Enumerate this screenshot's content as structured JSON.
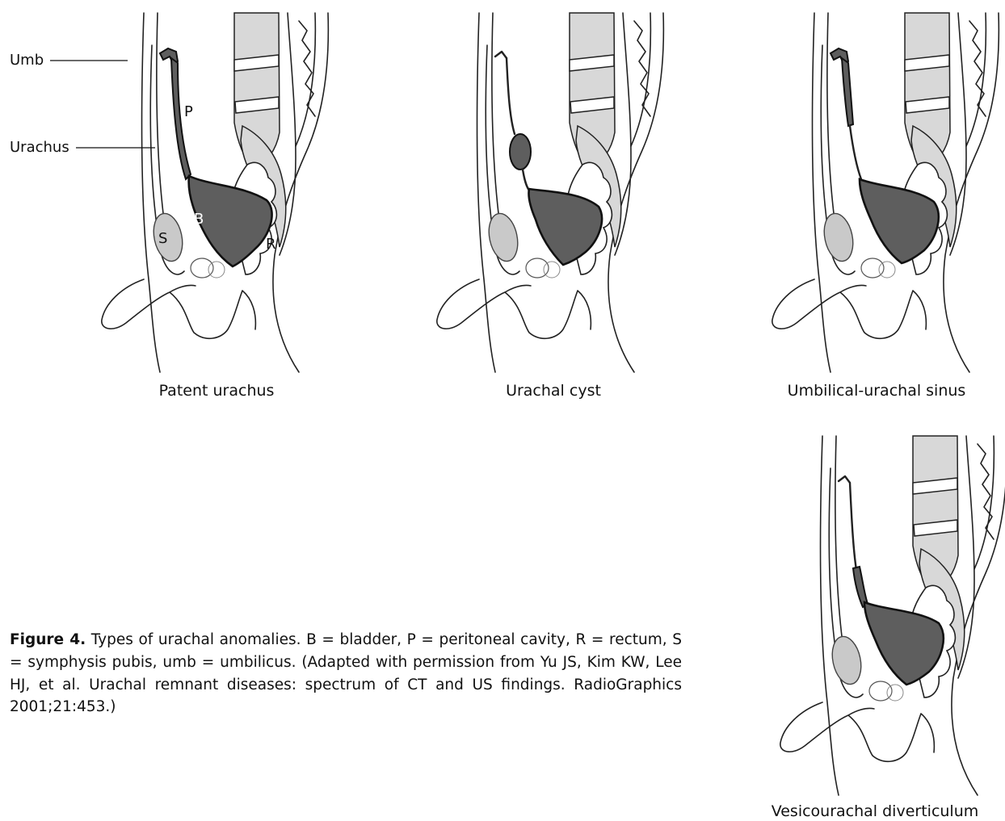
{
  "labels": {
    "umb": "Umb",
    "urachus": "Urachus",
    "p": "P",
    "b": "B",
    "s": "S",
    "r": "R"
  },
  "panels": [
    {
      "caption": "Patent urachus"
    },
    {
      "caption": "Urachal cyst"
    },
    {
      "caption": "Umbilical-urachal sinus"
    },
    {
      "caption": "Vesicourachal diverticulum"
    }
  ],
  "figure": {
    "number": "Figure 4.",
    "text": " Types of urachal anomalies. B = bladder, P = peritoneal cavity, R = rectum, S = symphysis pubis, umb = umbilicus. (Adapted with permission from Yu JS, Kim KW, Lee HJ, et al. Urachal remnant diseases: spectrum of CT and US findings. RadioGraphics 2001;21:453.)"
  },
  "colors": {
    "dark_structure": "#5e5e5e",
    "bone": "#c9c9c9",
    "line": "#222222"
  }
}
